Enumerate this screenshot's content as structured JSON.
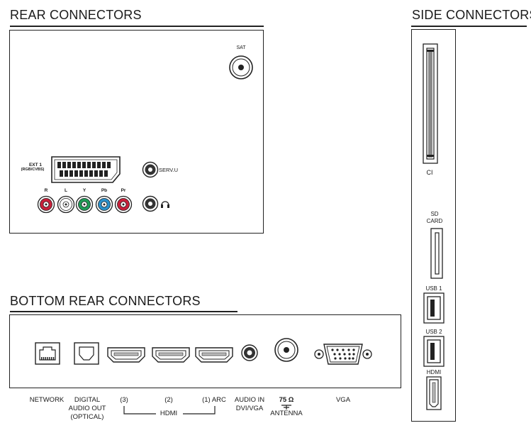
{
  "sections": {
    "rear": {
      "title": "REAR CONNECTORS"
    },
    "side": {
      "title": "SIDE CONNECTORS"
    },
    "bottom": {
      "title": "BOTTOM REAR CONNECTORS"
    }
  },
  "rear": {
    "sat": "SAT",
    "ext1": "EXT 1",
    "ext1_sub": "(RGB/CVBS)",
    "servu": "SERV.U",
    "rca": [
      "R",
      "L",
      "Y",
      "Pb",
      "Pr"
    ]
  },
  "side": {
    "ci": "CI",
    "sd_line1": "SD",
    "sd_line2": "CARD",
    "usb1": "USB 1",
    "usb2": "USB 2",
    "hdmi": "HDMI"
  },
  "bottom": {
    "network": "NETWORK",
    "digital_line1": "DIGITAL",
    "digital_line2": "AUDIO OUT",
    "digital_line3": "(OPTICAL)",
    "hdmi3": "(3)",
    "hdmi2": "(2)",
    "hdmi1": "(1) ARC",
    "hdmi_group": "HDMI",
    "audioin_line1": "AUDIO IN",
    "audioin_line2": "DVI/VGA",
    "ohm": "75 Ω",
    "antenna": "ANTENNA",
    "vga": "VGA"
  },
  "colors": {
    "red": "#c8203a",
    "white": "#ffffff",
    "green": "#1f9a56",
    "blue": "#2a8fc9",
    "ink": "#1a1a1a"
  }
}
